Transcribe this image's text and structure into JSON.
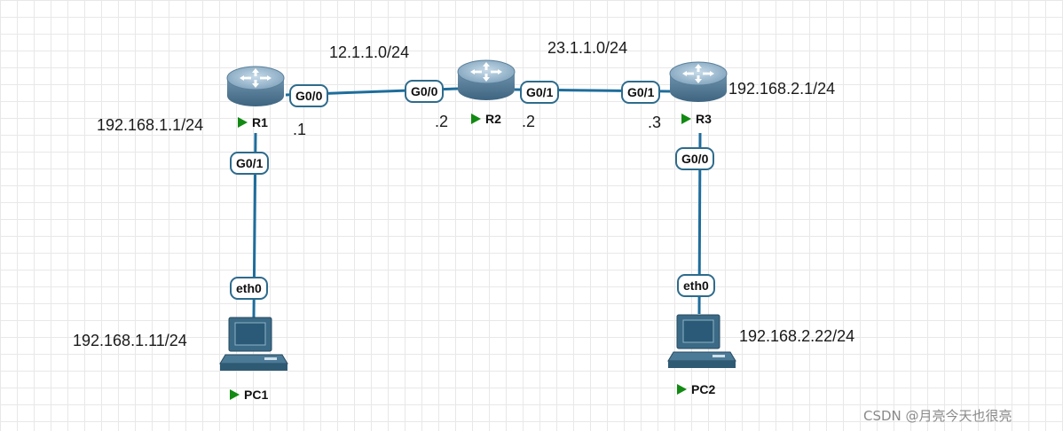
{
  "colors": {
    "link": "#1e6d9c",
    "port_border": "#2e6b8c",
    "router_body": "#4f7895",
    "router_top": "#9fbbd1",
    "pc_body": "#3b6a86",
    "status_triangle": "#138a13"
  },
  "devices": {
    "r1": {
      "name": "R1",
      "icon": "router-icon"
    },
    "r2": {
      "name": "R2",
      "icon": "router-icon"
    },
    "r3": {
      "name": "R3",
      "icon": "router-icon"
    },
    "pc1": {
      "name": "PC1",
      "icon": "pc-icon"
    },
    "pc2": {
      "name": "PC2",
      "icon": "pc-icon"
    }
  },
  "ports": {
    "r1_g00": "G0/0",
    "r2_g00": "G0/0",
    "r2_g01": "G0/1",
    "r3_g01": "G0/1",
    "r1_g01": "G0/1",
    "r3_g00": "G0/0",
    "pc1_eth0": "eth0",
    "pc2_eth0": "eth0"
  },
  "networks": {
    "r1_r2": "12.1.1.0/24",
    "r2_r3": "23.1.1.0/24"
  },
  "host_octets": {
    "r1": ".1",
    "r2_left": ".2",
    "r2_right": ".2",
    "r3": ".3"
  },
  "addresses": {
    "r1_lan": "192.168.1.1/24",
    "r3_lan": "192.168.2.1/24",
    "pc1": "192.168.1.11/24",
    "pc2": "192.168.2.22/24"
  },
  "watermark": "CSDN @月亮今天也很亮"
}
